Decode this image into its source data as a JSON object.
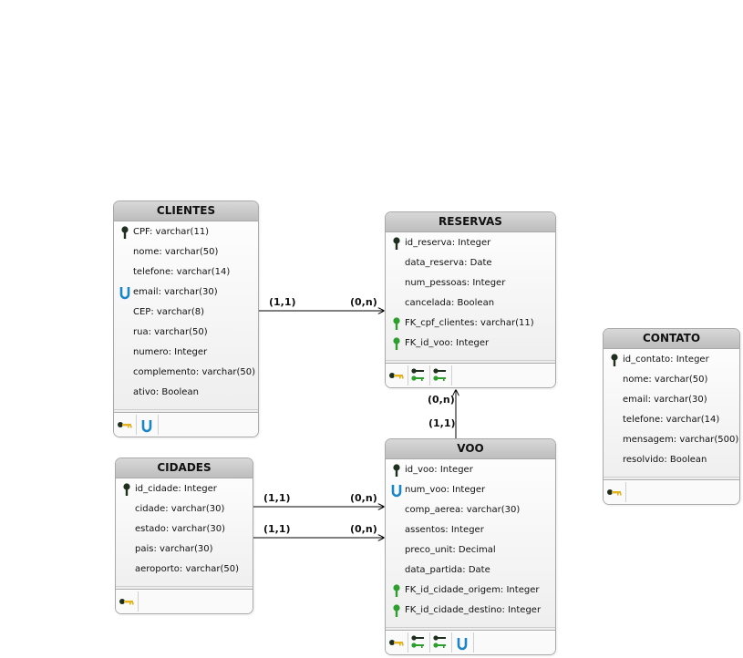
{
  "entities": {
    "clientes": {
      "name": "CLIENTES",
      "attrs": [
        "CPF: varchar(11)",
        "nome: varchar(50)",
        "telefone: varchar(14)",
        "email: varchar(30)",
        "CEP: varchar(8)",
        "rua: varchar(50)",
        "numero: Integer",
        "complemento: varchar(50)",
        "ativo: Boolean"
      ]
    },
    "reservas": {
      "name": "RESERVAS",
      "attrs": [
        "id_reserva: Integer",
        "data_reserva: Date",
        "num_pessoas: Integer",
        "cancelada: Boolean",
        "FK_cpf_clientes: varchar(11)",
        "FK_id_voo: Integer"
      ]
    },
    "contato": {
      "name": "CONTATO",
      "attrs": [
        "id_contato: Integer",
        "nome: varchar(50)",
        "email: varchar(30)",
        "telefone: varchar(14)",
        "mensagem: varchar(500)",
        "resolvido: Boolean"
      ]
    },
    "cidades": {
      "name": "CIDADES",
      "attrs": [
        "id_cidade: Integer",
        "cidade: varchar(30)",
        "estado: varchar(30)",
        "pais: varchar(30)",
        "aeroporto: varchar(50)"
      ]
    },
    "voo": {
      "name": "VOO",
      "attrs": [
        "id_voo: Integer",
        "num_voo: Integer",
        "comp_aerea: varchar(30)",
        "assentos: Integer",
        "preco_unit: Decimal",
        "data_partida: Date",
        "FK_id_cidade_origem: Integer",
        "FK_id_cidade_destino: Integer"
      ]
    }
  },
  "relationships": {
    "clientes_reservas": {
      "from_card": "(1,1)",
      "to_card": "(0,n)"
    },
    "voo_reservas": {
      "from_card": "(1,1)",
      "to_card": "(0,n)"
    },
    "cidades_voo_origem": {
      "from_card": "(1,1)",
      "to_card": "(0,n)"
    },
    "cidades_voo_destino": {
      "from_card": "(1,1)",
      "to_card": "(0,n)"
    }
  },
  "colors": {
    "pk_key": "#1f2f1f",
    "fk_key": "#2e9e2e",
    "unique_icon": "#1a86c7",
    "key_gold": "#e3b21c",
    "line": "#000000"
  }
}
